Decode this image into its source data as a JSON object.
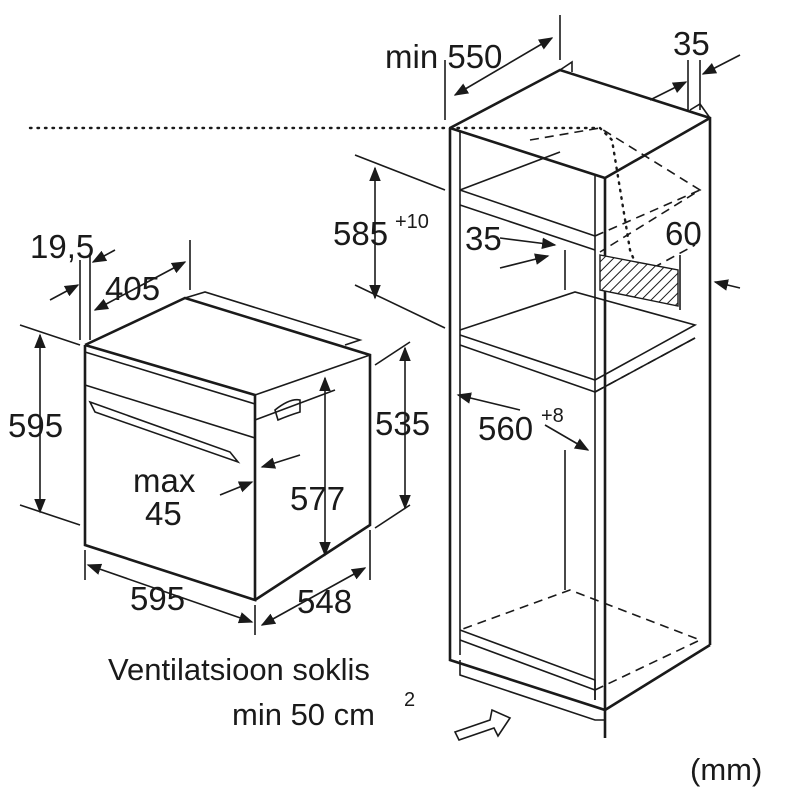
{
  "dimensions": {
    "cab_depth": "min 550",
    "cab_side_gap": "35",
    "niche_height": "585",
    "niche_height_tol": "+10",
    "rear_gap": "35",
    "rear_vent": "60",
    "niche_width": "560",
    "niche_width_tol": "+8",
    "front_thickness": "19,5",
    "handle_width": "405",
    "oven_height": "595",
    "body_height": "535",
    "inner_height": "577",
    "handle_max_label": "max",
    "handle_max_value": "45",
    "oven_width": "595",
    "oven_depth": "548"
  },
  "caption": {
    "line1": "Ventilatsioon soklis",
    "line2": "min 50 cm",
    "line2_sup": "2"
  },
  "unit": "(mm)"
}
